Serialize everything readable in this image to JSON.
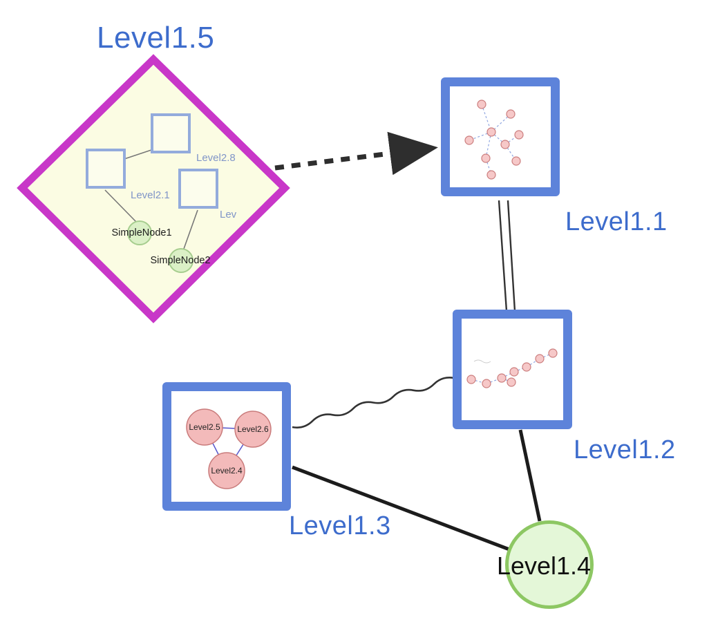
{
  "nodes": {
    "level15": {
      "label": "Level1.5",
      "shape": "diamond-group",
      "border_color": "#c837c8",
      "fill": "#fbfce2"
    },
    "level11": {
      "label": "Level1.1",
      "shape": "square",
      "border_color": "#5d83da"
    },
    "level12": {
      "label": "Level1.2",
      "shape": "square",
      "border_color": "#5d83da"
    },
    "level13": {
      "label": "Level1.3",
      "shape": "square",
      "border_color": "#5d83da"
    },
    "level14": {
      "label": "Level1.4",
      "shape": "circle",
      "fill": "#e4f7d8",
      "border_color": "#8dc763"
    }
  },
  "level15_children": {
    "level28": {
      "label": "Level2.8",
      "shape": "square"
    },
    "level21": {
      "label": "Level2.1",
      "shape": "square"
    },
    "lev": {
      "label": "Lev",
      "shape": "square"
    },
    "simple1": {
      "label": "SimpleNode1",
      "shape": "circle",
      "fill": "#dbf0c6"
    },
    "simple2": {
      "label": "SimpleNode2",
      "shape": "circle",
      "fill": "#dbf0c6"
    }
  },
  "level13_children": {
    "level25": {
      "label": "Level2.5",
      "fill": "#f3baba"
    },
    "level26": {
      "label": "Level2.6",
      "fill": "#f3baba"
    },
    "level24": {
      "label": "Level2.4",
      "fill": "#f3baba"
    }
  },
  "edges": [
    {
      "source": "Level1.5",
      "target": "Level1.1",
      "style": "thick-dashed-arrow"
    },
    {
      "source": "Level1.1",
      "target": "Level1.2",
      "style": "double-line"
    },
    {
      "source": "Level1.3",
      "target": "Level1.2",
      "style": "wavy"
    },
    {
      "source": "Level1.3",
      "target": "Level1.4",
      "style": "solid"
    },
    {
      "source": "Level1.2",
      "target": "Level1.4",
      "style": "solid"
    }
  ],
  "colors": {
    "label_blue": "#3d6ccc",
    "node_border_blue": "#5d83da",
    "diamond_border_magenta": "#c837c8",
    "diamond_fill_yellow": "#fbfce2",
    "green_fill": "#dbf0c6",
    "green_border": "#a6cd8e",
    "level14_fill": "#e4f7d8",
    "level14_border": "#8dc763",
    "pink_fill": "#f3baba",
    "pink_border": "#c97b7b",
    "edge_black": "#2e2e2e",
    "inner_edge_blue": "#8fa6e0"
  }
}
